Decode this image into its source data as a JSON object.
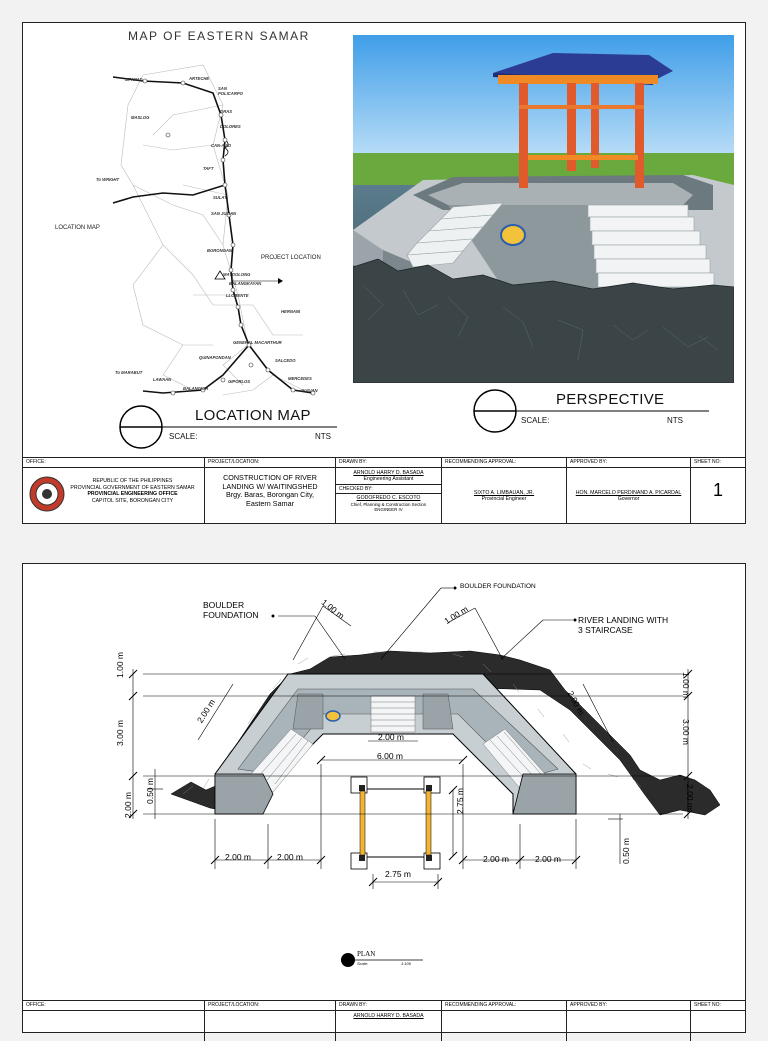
{
  "sheet1": {
    "map": {
      "title": "MAP OF EASTERN SAMAR",
      "side_label": "LOCATION MAP",
      "project_marker": "PROJECT LOCATION",
      "towns": [
        "JIPAPAD",
        "ARTECHE",
        "SAN POLICARPO",
        "MASLOG",
        "ORAS",
        "DOLORES",
        "CAN-AVID",
        "TAFT",
        "SULAT",
        "SAN JULIAN",
        "BORONGAN",
        "MAYDOLONG",
        "BALANGKAYAN",
        "LLORENTE",
        "HERNANI",
        "GENERAL MACARTHUR",
        "QUINAPONDAN",
        "SALCEDO",
        "GIPORLOS",
        "LAWAAN",
        "BALANGIGA",
        "MERCEDES",
        "GUIUAN"
      ],
      "arrow_top": "To WRIGHT",
      "arrow_bottom": "To MARABUT"
    },
    "location_title": {
      "text": "LOCATION MAP",
      "scale_label": "SCALE:",
      "scale_value": "NTS"
    },
    "perspective_title": {
      "text": "PERSPECTIVE",
      "scale_label": "SCALE:",
      "scale_value": "NTS"
    },
    "title_block": {
      "office_header": "OFFICE:",
      "office_lines": [
        "REPUBLIC OF THE PHILIPPINES",
        "PROVINCIAL GOVERNMENT OF EASTERN SAMAR",
        "PROVINCIAL ENGINEERING OFFICE",
        "CAPITOL SITE, BORONGAN CITY"
      ],
      "project_header": "PROJECT/LOCATION:",
      "project_lines": [
        "CONSTRUCTION OF RIVER",
        "LANDING W/ WAITINGSHED",
        "Brgy. Baras, Borongan City,",
        "Eastern Samar"
      ],
      "drawn_header": "DRAWN BY:",
      "drawn_name": "ARNOLD HARRY D. BASADA",
      "drawn_role": "Engineering Assistant",
      "checked_header": "CHECKED BY:",
      "checked_name": "GODOFREDO C. ESCOTO",
      "checked_role1": "Chief, Planning & Construction Section",
      "checked_role2": "ENGINEER IV",
      "recommending_header": "RECOMMENDING APPROVAL:",
      "recommending_name": "SIXTO A. LIMBAUAN, JR.",
      "recommending_role": "Provincial Engineer",
      "approved_header": "APPROVED BY:",
      "approved_name": "HON. MARCELO PERDINAND A. PICARDAL",
      "approved_role": "Governor",
      "sheet_header": "SHEET NO:",
      "sheet_no": "1"
    }
  },
  "sheet2": {
    "annotations": {
      "boulder_left_1": "BOULDER",
      "boulder_left_2": "FOUNDATION",
      "boulder_top": "BOULDER FOUNDATION",
      "river_landing_1": "RIVER LANDING WITH",
      "river_landing_2": "3 STAIRCASE"
    },
    "dims": {
      "top_left_slant": "1.00 m",
      "top_right_slant": "1.00 m",
      "left_diag": "2.00 m",
      "right_diag": "2.00 m",
      "left_v_1": "1.00 m",
      "left_v_3": "3.00 m",
      "left_v_2": "2.00 m",
      "left_050": "0.50 m",
      "right_v_1": "1.00 m",
      "right_v_3": "3.00 m",
      "right_v_2": "2.00 m",
      "right_050": "0.50 m",
      "center_200": "2.00 m",
      "center_600": "6.00 m",
      "shed_275_v": "2.75 m",
      "shed_275_h": "2.75 m",
      "bl_200a": "2.00 m",
      "bl_200b": "2.00 m",
      "br_200a": "2.00 m",
      "br_200b": "2.00 m"
    },
    "plan_title": "PLAN",
    "plan_scale": "Scale:",
    "plan_scale_value": "1:100",
    "title_block": {
      "office_header": "OFFICE:",
      "project_header": "PROJECT/LOCATION:",
      "drawn_header": "DRAWN BY:",
      "drawn_name": "ARNOLD HARRY D. BASADA",
      "recommending_header": "RECOMMENDING APPROVAL:",
      "approved_header": "APPROVED BY:",
      "sheet_header": "SHEET NO:"
    }
  }
}
